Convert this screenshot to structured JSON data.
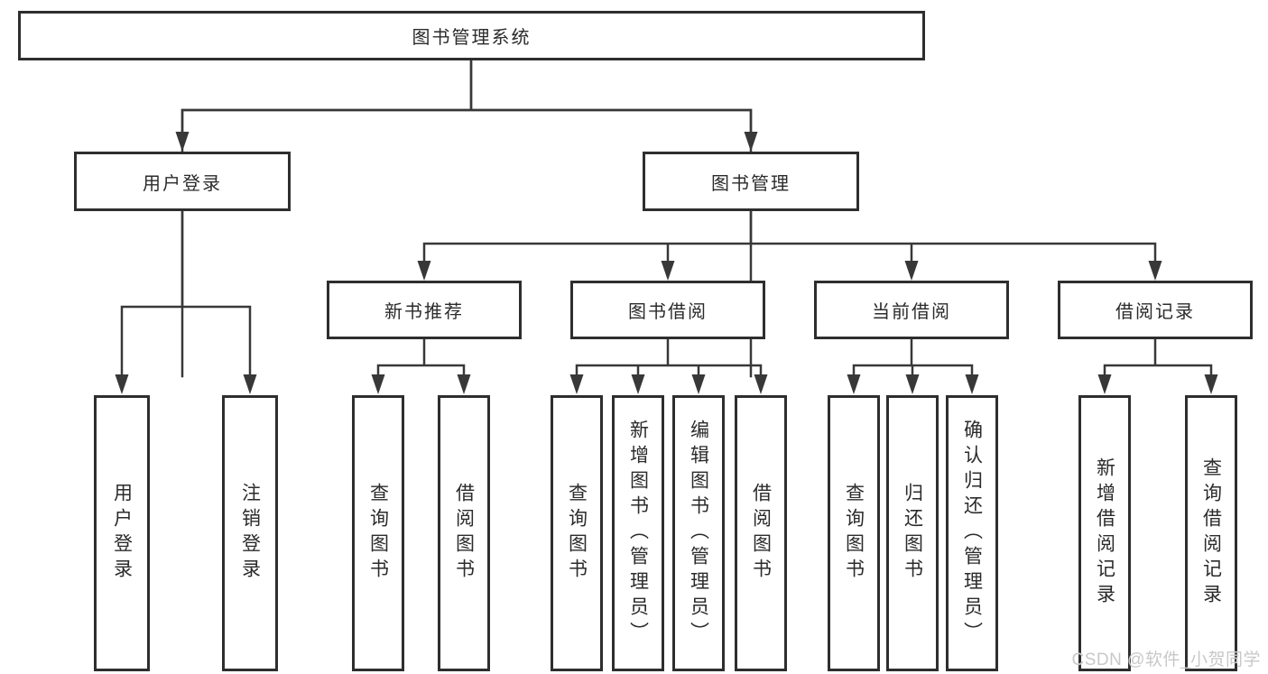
{
  "diagram": {
    "root": {
      "label": "图书管理系统"
    },
    "level2": {
      "user_login": {
        "label": "用户登录"
      },
      "book_management": {
        "label": "图书管理"
      }
    },
    "level3": {
      "new_book_recommendation": {
        "label": "新书推荐"
      },
      "book_borrowing": {
        "label": "图书借阅"
      },
      "current_borrowing": {
        "label": "当前借阅"
      },
      "borrowing_records": {
        "label": "借阅记录"
      }
    },
    "leaves": {
      "user_login": [
        "用户登录",
        "注销登录"
      ],
      "new_book_recommendation": [
        "查询图书",
        "借阅图书"
      ],
      "book_borrowing": [
        "查询图书",
        "新增图书（管理员）",
        "编辑图书（管理员）",
        "借阅图书"
      ],
      "current_borrowing": [
        "查询图书",
        "归还图书",
        "确认归还（管理员）"
      ],
      "borrowing_records": [
        "新增借阅记录",
        "查询借阅记录"
      ]
    },
    "watermark": "CSDN @软件_小贺同学",
    "colors": {
      "border": "#2e2e2e",
      "line": "#383838",
      "text": "#2b2b2b",
      "background": "#ffffff",
      "watermark": "#c8c8c8"
    }
  }
}
